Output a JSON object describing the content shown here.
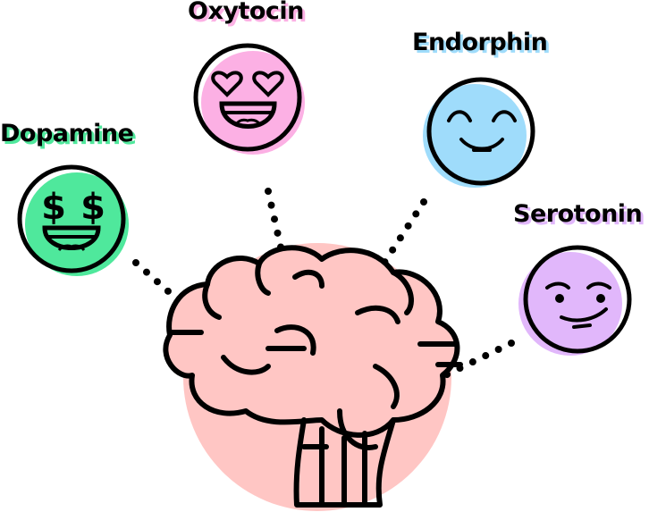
{
  "hormones": [
    {
      "name": "Dopamine",
      "face": "dollar-eyes",
      "color": "#4fe89c"
    },
    {
      "name": "Oxytocin",
      "face": "heart-eyes",
      "color": "#fcb0e4"
    },
    {
      "name": "Endorphin",
      "face": "content-smile",
      "color": "#9fdcfb"
    },
    {
      "name": "Serotonin",
      "face": "smirk",
      "color": "#e1b7fb"
    }
  ],
  "brain_color": "#ffc6c4"
}
